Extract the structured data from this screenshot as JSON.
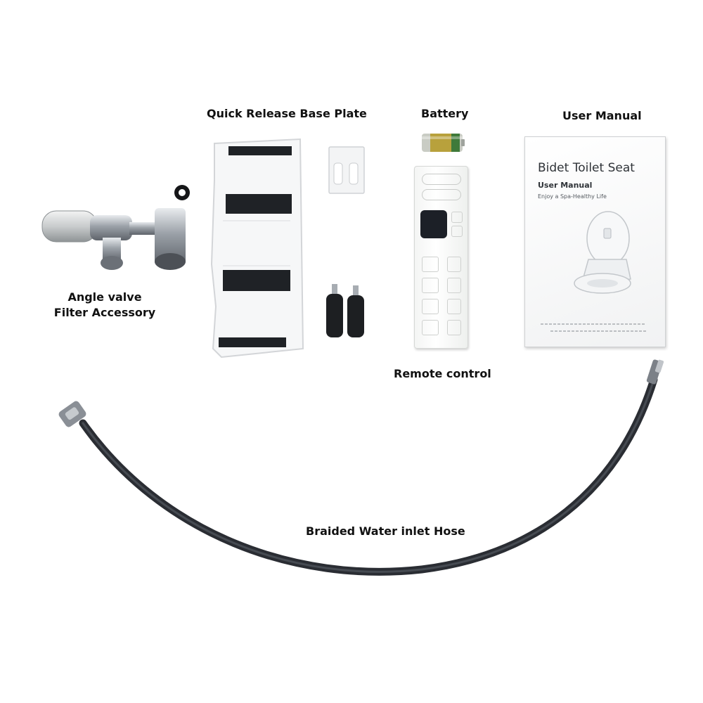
{
  "labels": {
    "base_plate": "Quick Release Base Plate",
    "battery": "Battery",
    "user_manual": "User Manual",
    "angle_valve_line1": "Angle valve",
    "angle_valve_line2": "Filter Accessory",
    "remote_control": "Remote control",
    "hose": "Braided Water inlet Hose"
  },
  "manual_cover": {
    "title": "Bidet Toilet Seat",
    "subtitle": "User Manual",
    "tagline": "Enjoy a Spa-Healthy Life"
  },
  "colors": {
    "hose": "#3c4048",
    "plate_tape": "#1f2226",
    "chrome": "#b9bec4"
  }
}
